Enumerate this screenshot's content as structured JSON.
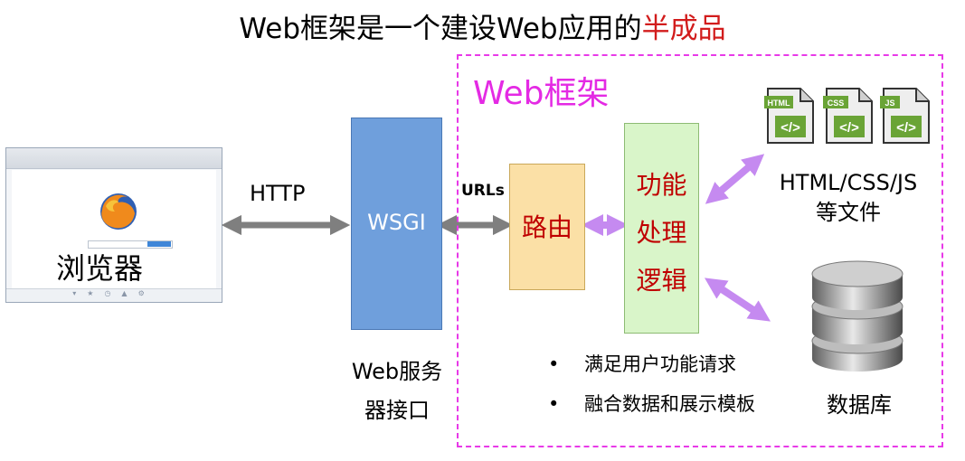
{
  "title": {
    "prefix": "Web框架是一个建设Web应用的",
    "highlight": "半成品"
  },
  "browser": {
    "label": "浏览器"
  },
  "connections": {
    "http": "HTTP",
    "urls": "URLs"
  },
  "wsgi": {
    "label": "WSGI",
    "caption_lines": [
      "Web服务",
      "器接口"
    ]
  },
  "framework": {
    "label": "Web框架",
    "route_label": "路由",
    "logic_lines": [
      "功能",
      "处理",
      "逻辑"
    ],
    "bullets": [
      "满足用户功能请求",
      "融合数据和展示模板"
    ],
    "files_lines": [
      "HTML/CSS/JS",
      "等文件"
    ],
    "file_icons": [
      {
        "tag": "HTML",
        "glyph": "</>"
      },
      {
        "tag": "CSS",
        "glyph": "</>"
      },
      {
        "tag": "JS",
        "glyph": "</>"
      }
    ],
    "database_label": "数据库"
  },
  "colors": {
    "highlight": "#d21c1c",
    "framework_border": "#e83ae8",
    "wsgi_fill": "#6f9fdc",
    "route_fill": "#fbe0a6",
    "logic_fill": "#d9f5c9",
    "arrow_gray": "#7f7f7f",
    "arrow_purple": "#c58af0"
  }
}
